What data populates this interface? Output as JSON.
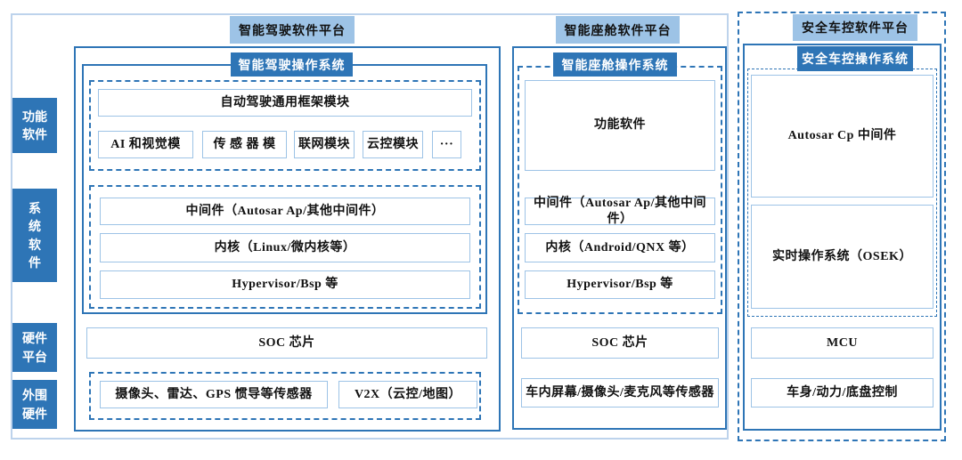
{
  "diagram": {
    "side_labels": {
      "functional": "功能\n软件",
      "system": "系\n统\n软\n件",
      "hardware": "硬件\n平台",
      "peripheral": "外围\n硬件"
    },
    "driving": {
      "platform_title": "智能驾驶软件平台",
      "os_title": "智能驾驶操作系统",
      "framework": "自动驾驶通用框架模块",
      "modules": [
        "AI 和视觉模",
        "传 感 器 模",
        "联网模块",
        "云控模块",
        "···"
      ],
      "middleware": "中间件（Autosar Ap/其他中间件）",
      "kernel": "内核（Linux/微内核等）",
      "hypervisor": "Hypervisor/Bsp 等",
      "soc": "SOC 芯片",
      "sensor_main": "摄像头、雷达、GPS 惯导等传感器",
      "sensor_v2x": "V2X（云控/地图）"
    },
    "cockpit": {
      "platform_title": "智能座舱软件平台",
      "os_title": "智能座舱操作系统",
      "functional": "功能软件",
      "middleware": "中间件（Autosar Ap/其他中间件）",
      "kernel": "内核（Android/QNX 等）",
      "hypervisor": "Hypervisor/Bsp 等",
      "soc": "SOC 芯片",
      "sensors": "车内屏幕/摄像头/麦克风等传感器"
    },
    "control": {
      "platform_title": "安全车控软件平台",
      "os_title": "安全车控操作系统",
      "middleware": "Autosar Cp 中间件",
      "rtos": "实时操作系统（OSEK）",
      "mcu": "MCU",
      "body": "车身/动力/底盘控制"
    },
    "colors": {
      "light_header_bg": "#9DC3E6",
      "dark_header_bg": "#2E75B6",
      "side_label_bg": "#2E75B6",
      "solid_border": "#2E75B6",
      "thin_box_border": "#9DC3E6",
      "outer_border": "#BDD3EC"
    }
  }
}
